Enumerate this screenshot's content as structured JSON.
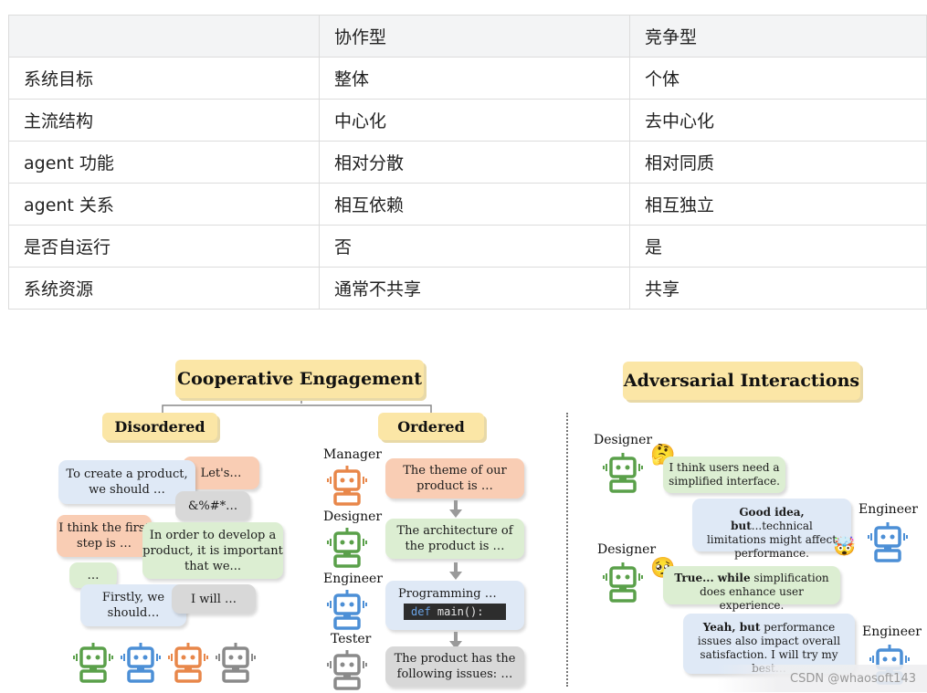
{
  "table": {
    "headers": [
      "",
      "协作型",
      "竞争型"
    ],
    "rows": [
      [
        "系统目标",
        "整体",
        "个体"
      ],
      [
        "主流结构",
        "中心化",
        "去中心化"
      ],
      [
        "agent 功能",
        "相对分散",
        "相对同质"
      ],
      [
        "agent 关系",
        "相互依赖",
        "相互独立"
      ],
      [
        "是否自运行",
        "否",
        "是"
      ],
      [
        "系统资源",
        "通常不共享",
        "共享"
      ]
    ]
  },
  "figure": {
    "cooperative_title": "Cooperative Engagement",
    "disordered_label": "Disordered",
    "ordered_label": "Ordered",
    "adversarial_title": "Adversarial Interactions",
    "disordered_bubbles": [
      "To create a product, we should …",
      "Let's…",
      "&%#*…",
      "I think the first step is …",
      "In order to develop a product, it is important that we...",
      "…",
      "Firstly, we should…",
      "I will …"
    ],
    "ordered_roles": [
      "Manager",
      "Designer",
      "Engineer",
      "Tester"
    ],
    "ordered_bubbles": [
      "The theme of our product is …",
      "The architecture of the product is …",
      "Programming …",
      "The product has the following issues: …"
    ],
    "code_keyword": "def",
    "code_rest": " main():",
    "adversarial_roles": [
      "Designer",
      "Engineer",
      "Designer",
      "Engineer"
    ],
    "adversarial_bubbles": [
      "I think users need a simplified interface.",
      "Good idea, but...technical limitations might affect performance.",
      "True... while simplification does enhance user experience.",
      "Yeah, but performance issues also impact overall satisfaction. I will try my best…"
    ],
    "adversarial_bold": [
      "",
      "Good idea, but",
      "True... while",
      "Yeah, but"
    ],
    "emojis": [
      "🤔",
      "🤯",
      "🥺"
    ],
    "colors": {
      "label_bg": "#fbe6a6",
      "robot_green": "#5aa04a",
      "robot_blue": "#4c8fd6",
      "robot_orange": "#e8874a",
      "robot_gray": "#8a8a8a"
    }
  },
  "watermark": "CSDN @whaosoft143"
}
